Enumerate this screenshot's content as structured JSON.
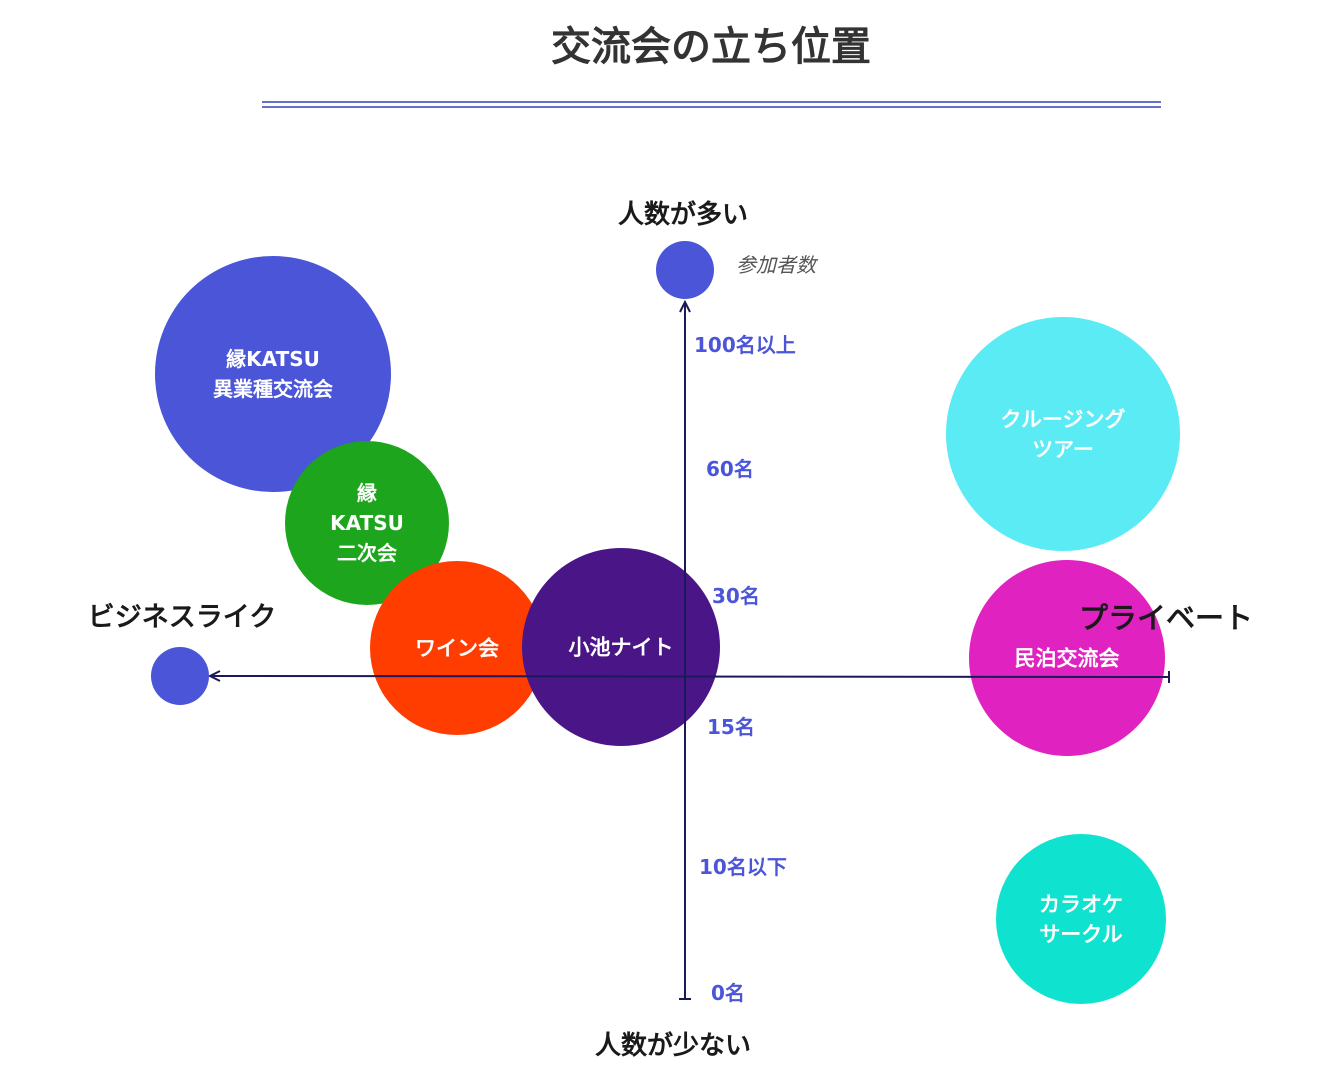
{
  "chart_data": {
    "type": "bubble",
    "title": "交流会の立ち位置",
    "axes": {
      "y_top_label": "人数が多い",
      "y_bottom_label": "人数が少ない",
      "x_left_label": "ビジネスライク",
      "x_right_label": "プライベート"
    },
    "y_ticks": [
      "100名以上",
      "60名",
      "30名",
      "15名",
      "10名以下",
      "0名"
    ],
    "legend": {
      "label": "参加者数",
      "color": "#4a55d8"
    },
    "series": [
      {
        "label": [
          "縁KATSU",
          "異業種交流会"
        ],
        "color": "#4a55d8"
      },
      {
        "label": [
          "縁",
          "KATSU",
          "二次会"
        ],
        "color": "#1ea51e"
      },
      {
        "label": [
          "ワイン会"
        ],
        "color": "#ff3d00"
      },
      {
        "label": [
          "小池ナイト"
        ],
        "color": "#4a1687"
      },
      {
        "label": [
          "クルージング",
          "ツアー"
        ],
        "color": "#5aebf5"
      },
      {
        "label": [
          "民泊交流会"
        ],
        "color": "#e022c0"
      },
      {
        "label": [
          "カラオケ",
          "サークル"
        ],
        "color": "#0fe3cf"
      }
    ],
    "colors": {
      "axis": "#1a1a5a",
      "title_rule": "#6670c8",
      "tick": "#4a55d8"
    }
  }
}
